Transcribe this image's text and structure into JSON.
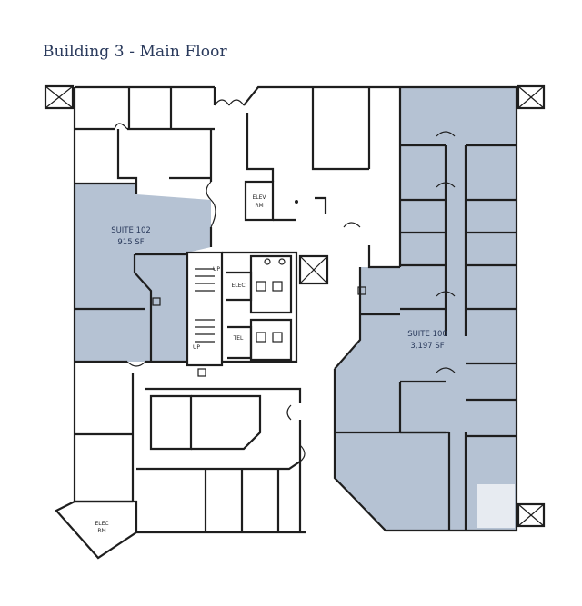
{
  "title": "Building 3 - Main Floor",
  "suites": [
    {
      "name": "SUITE 102",
      "area": "915 SF",
      "highlight": "#b5c2d3"
    },
    {
      "name": "SUITE 100",
      "area": "3,197 SF",
      "highlight": "#b5c2d3"
    }
  ],
  "rooms": {
    "elev": [
      "ELEV",
      "RM"
    ],
    "elec_core": "ELEC",
    "tel": "TEL",
    "up_upper": "UP",
    "up_lower": "UP",
    "elec_corner": [
      "ELEC",
      "RM"
    ]
  }
}
